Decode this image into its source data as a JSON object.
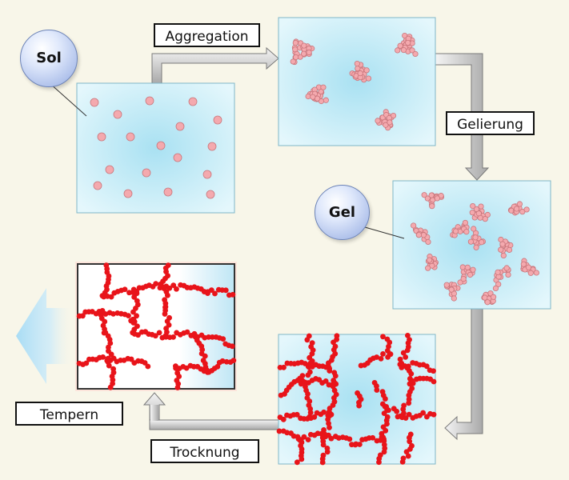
{
  "labels": {
    "aggregation": "Aggregation",
    "gelierung": "Gelierung",
    "trocknung": "Trocknung",
    "tempern": "Tempern"
  },
  "bubbles": {
    "sol": "Sol",
    "gel": "Gel"
  },
  "colors": {
    "background": "#f8f6e9",
    "panel": "#c9eef8",
    "particle": "#f4a9ae",
    "network": "#e8141a",
    "arrow": "#b8b8b8"
  }
}
